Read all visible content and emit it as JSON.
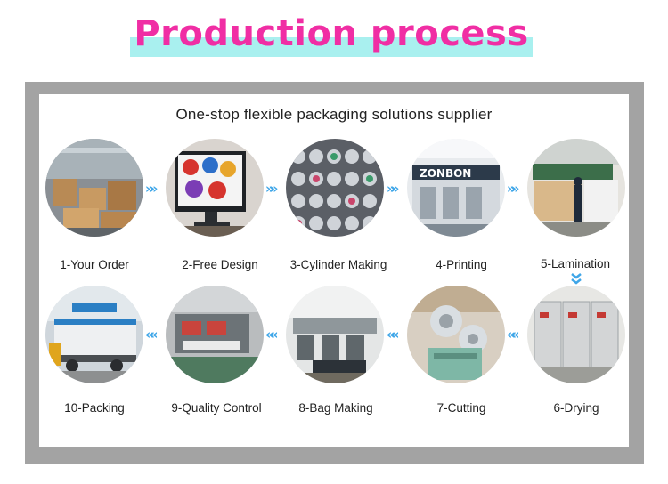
{
  "header": {
    "title": "Production process"
  },
  "subtitle": "One-stop flexible packaging solutions supplier",
  "steps": [
    {
      "label": "1-Your Order",
      "icon": "warehouse-boxes-photo"
    },
    {
      "label": "2-Free Design",
      "icon": "design-monitor-photo"
    },
    {
      "label": "3-Cylinder Making",
      "icon": "cylinder-rack-photo"
    },
    {
      "label": "4-Printing",
      "icon": "printing-press-photo"
    },
    {
      "label": "5-Lamination",
      "icon": "lamination-machine-photo"
    },
    {
      "label": "6-Drying",
      "icon": "drying-ovens-photo"
    },
    {
      "label": "7-Cutting",
      "icon": "cutting-machine-photo"
    },
    {
      "label": "8-Bag Making",
      "icon": "bag-making-line-photo"
    },
    {
      "label": "9-Quality Control",
      "icon": "quality-control-photo"
    },
    {
      "label": "10-Packing",
      "icon": "packing-truck-photo"
    }
  ],
  "colors": {
    "title": "#f02ea4",
    "title_band": "#a9f0ef",
    "arrow": "#3fa6e8",
    "frame": "#a3a3a3"
  }
}
